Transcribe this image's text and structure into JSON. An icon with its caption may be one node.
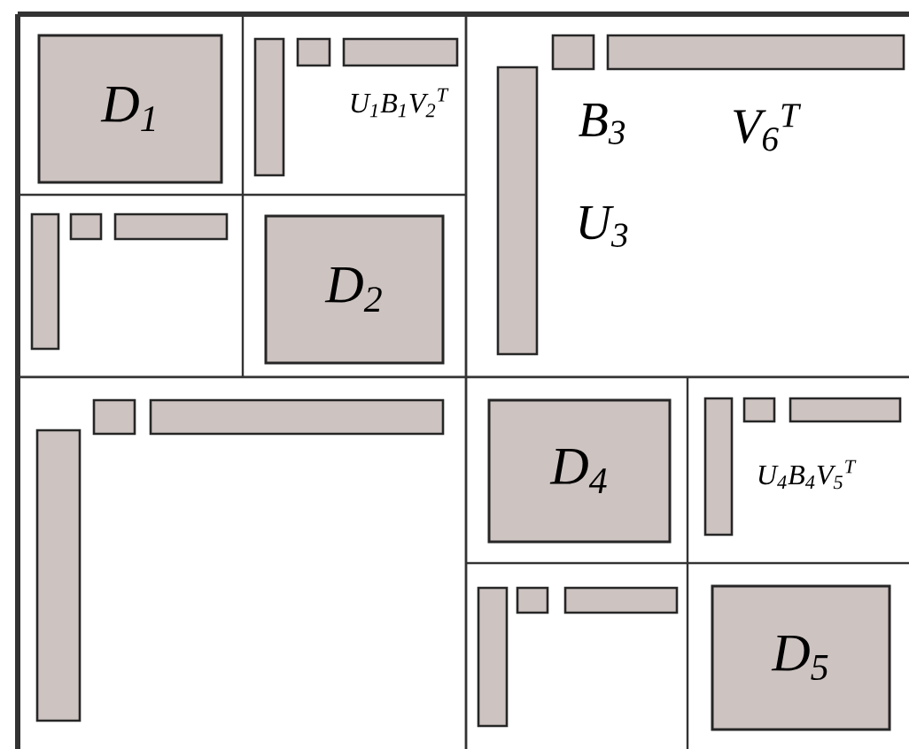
{
  "diagram": {
    "nodes": [
      {
        "text": [
          "D$_{1}$"
        ]
      },
      {
        "text": [
          "D$_{2}$"
        ]
      },
      {
        "text": [
          "D$_{4}$"
        ]
      },
      {
        "text": [
          "D$_{5}$"
        ]
      }
    ],
    "edges": [],
    "labels": [
      "U$_{1}$B$_{1}$V$_{2}$$^{T}$",
      "B$_{3}$",
      "V$_{6}$$^{T}$",
      "U$_{3}$",
      "U$_{4}$B$_{4}$V$_{5}$$^{T}$"
    ]
  }
}
